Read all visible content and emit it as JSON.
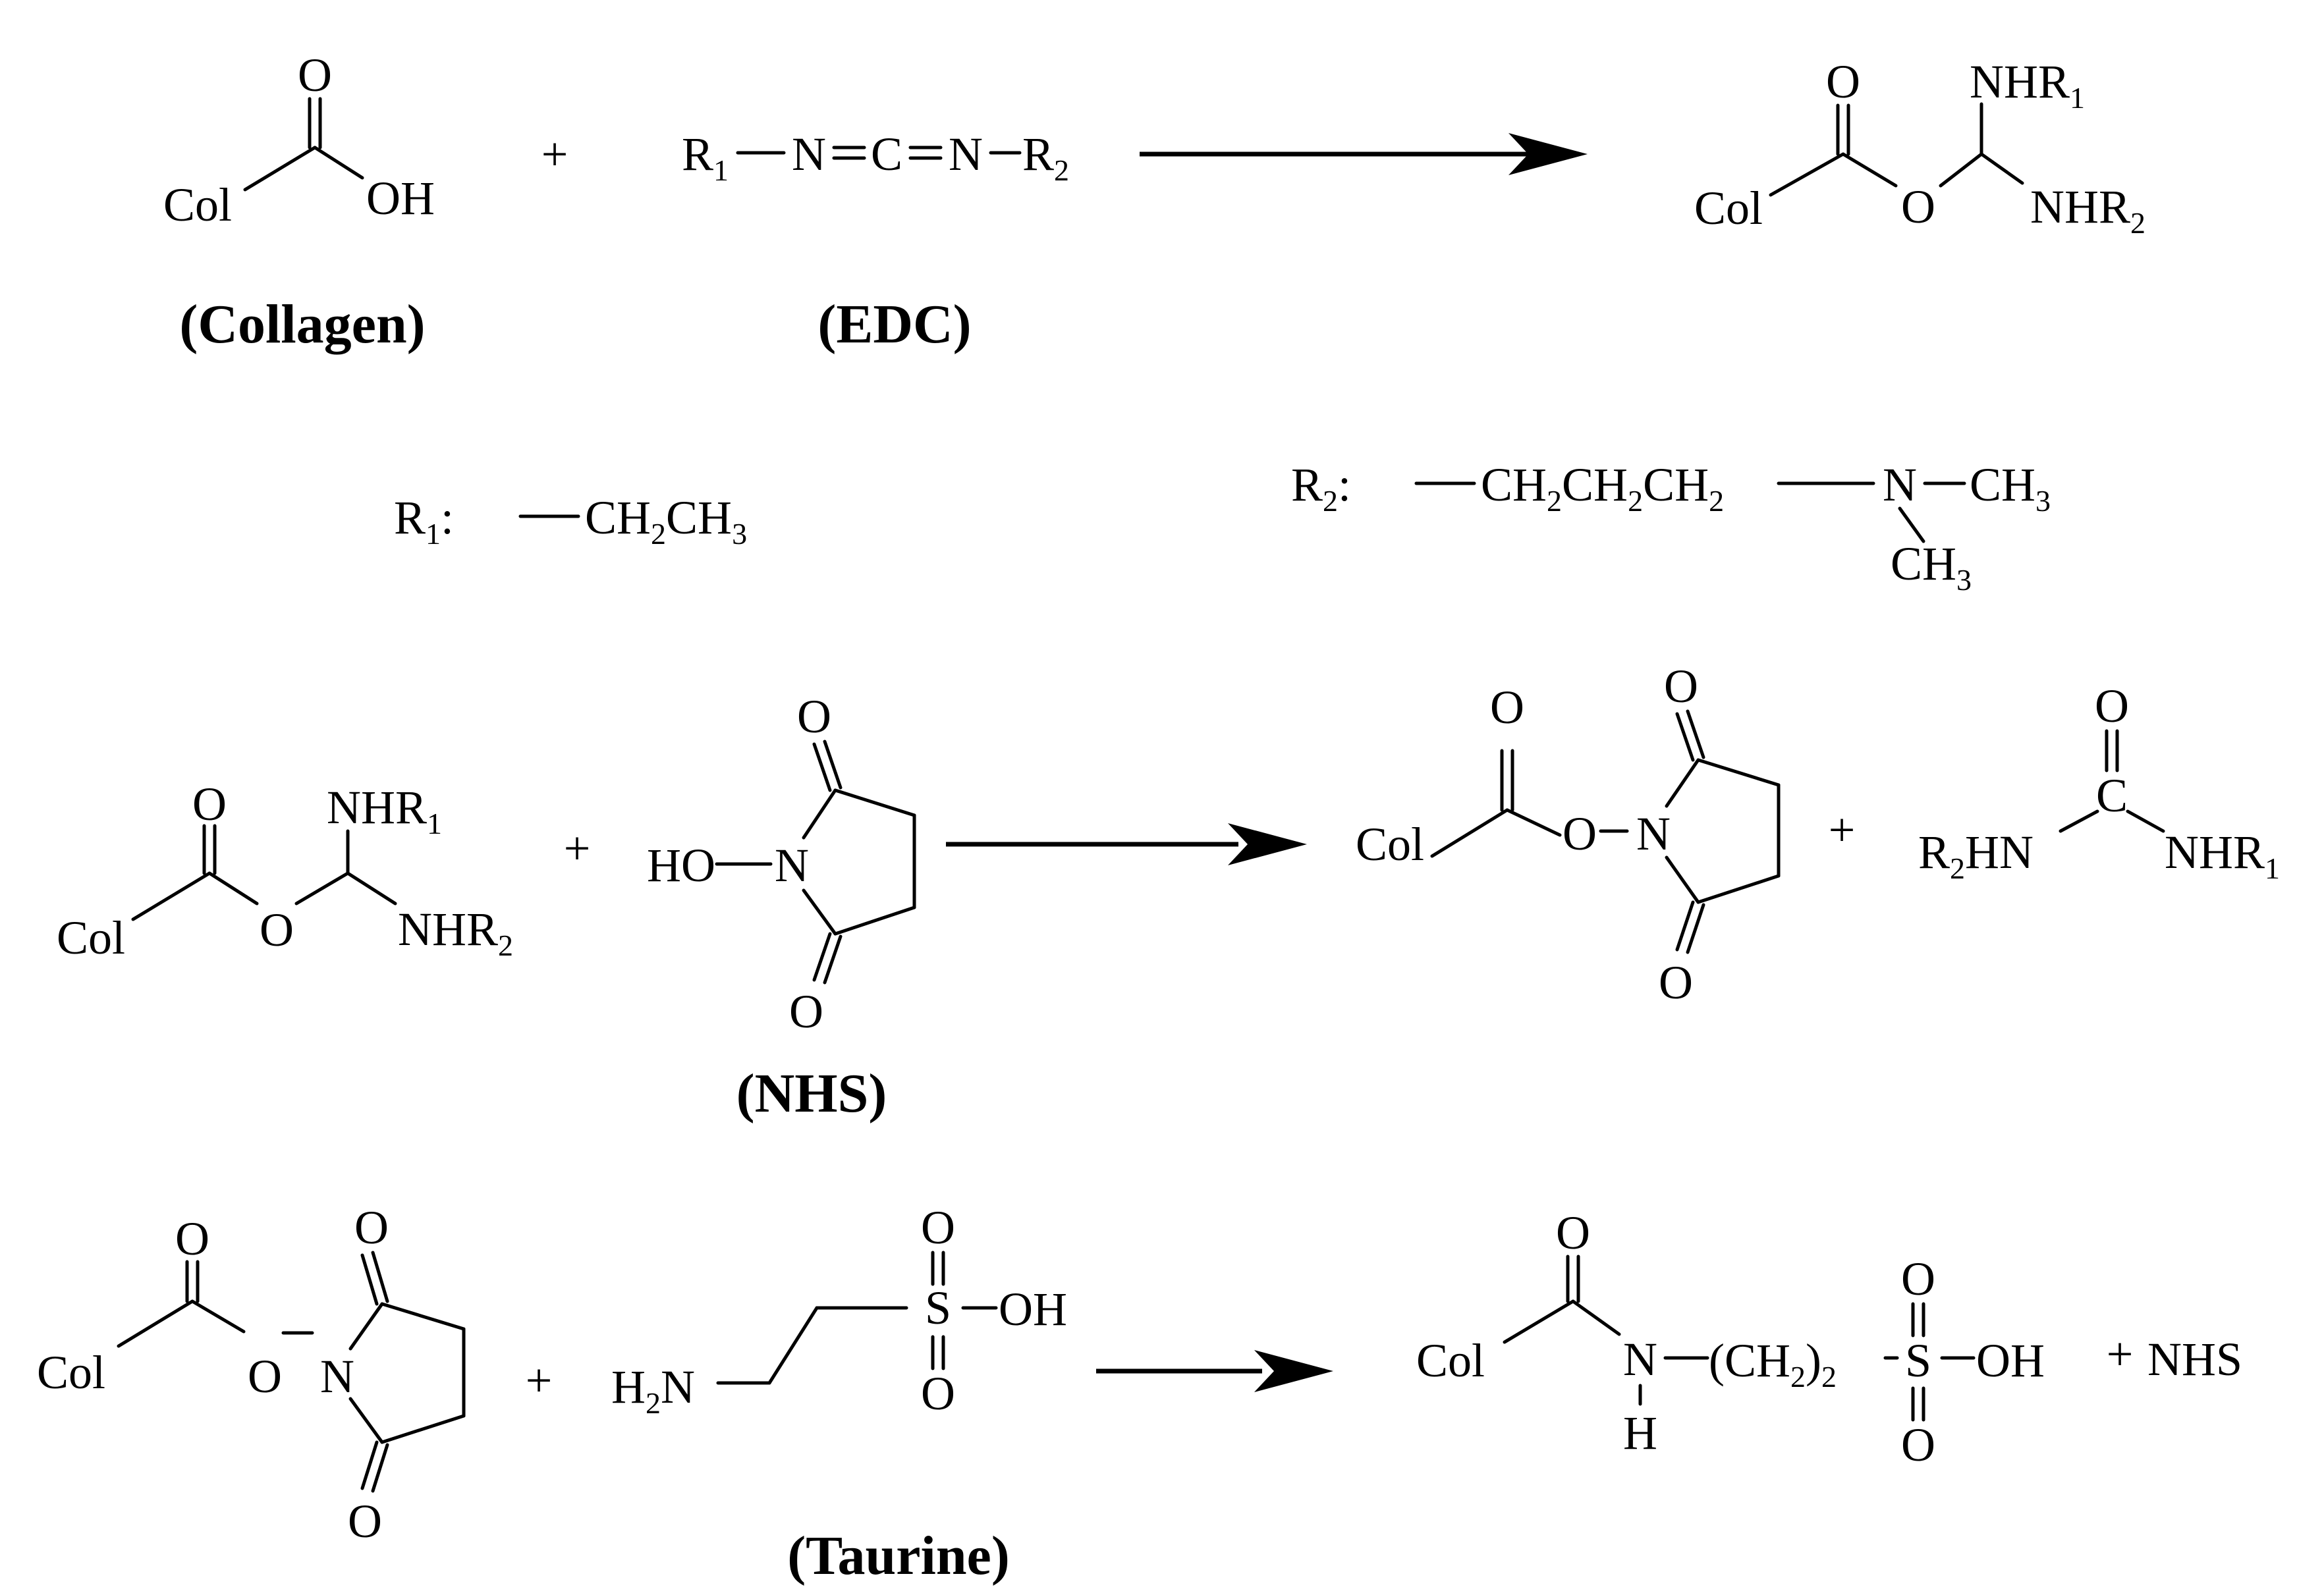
{
  "colors": {
    "ink": "#000000",
    "background": "#ffffff"
  },
  "atoms": {
    "col": "Col",
    "o": "O",
    "oh": "OH",
    "n": "N",
    "c": "C",
    "s": "S",
    "h": "H",
    "ho": "HO",
    "nhr": "NHR",
    "nh": "NH",
    "r": "R",
    "hn": "HN",
    "ch2": "CH",
    "ch3": "CH",
    "nh_amine": "N"
  },
  "subscripts": {
    "one": "1",
    "two": "2",
    "three": "3"
  },
  "symbols": {
    "plus": "+",
    "colon": ":",
    "equals": "=",
    "open_paren": "(",
    "close_paren": ")"
  },
  "labels": {
    "collagen": "(Collagen)",
    "edc": "(EDC)",
    "nhs": "(NHS)",
    "taurine": "(Taurine)",
    "plus_nhs": "NHS"
  }
}
